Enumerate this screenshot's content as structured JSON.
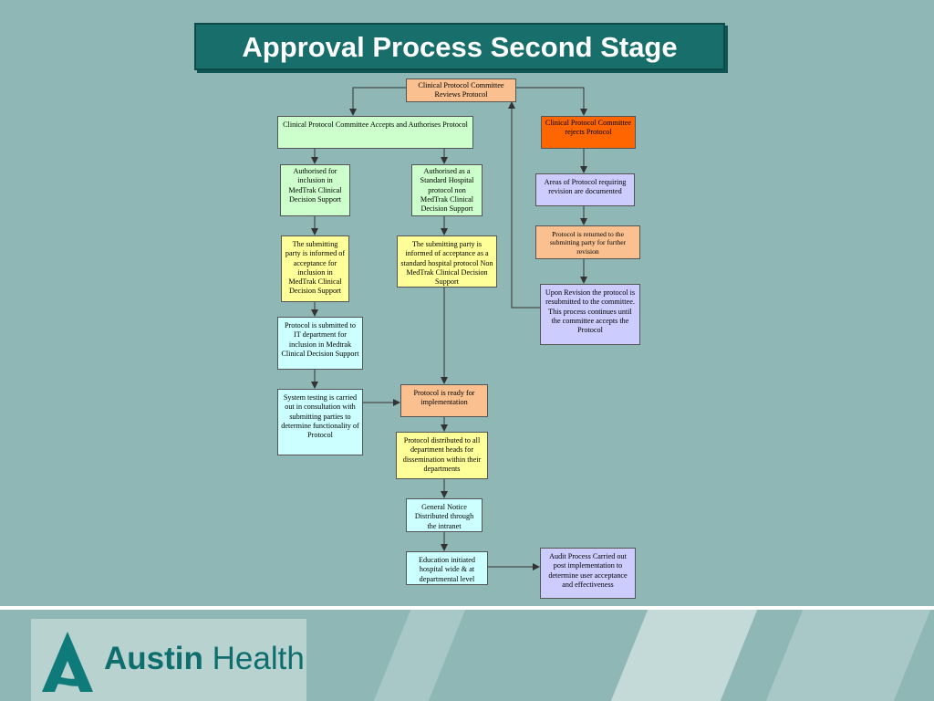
{
  "title": "Approval Process Second  Stage",
  "nodes": {
    "committee_reviews": "Clinical Protocol Committee Reviews Protocol",
    "committee_accepts": "Clinical Protocol Committee Accepts and Authorises Protocol",
    "committee_rejects": "Clinical Protocol Committee rejects Protocol",
    "authorised_medtrak": "Authorised for inclusion in MedTrak Clinical Decision Support",
    "authorised_standard": "Authorised as a Standard Hospital protocol non MedTrak Clinical Decision Support",
    "areas_revision": "Areas of Protocol requiring revision are documented",
    "submitting_party_medtrak": "The submitting party is informed of acceptance for inclusion in MedTrak Clinical Decision Support",
    "submitting_party_standard": "The submitting party is informed of acceptance as a standard hospital protocol Non MedTrak Clinical Decision Support",
    "returned_revision": "Protocol is returned to the submitting party for further revision",
    "resubmitted": "Upon Revision the protocol is resubmitted to the committee. This process continues until the committee accepts the Protocol",
    "submitted_it": "Protocol is submitted to IT department for inclusion in Medtrak Clinical Decision Support",
    "system_testing": "System testing is carried out in consultation with submitting parties to determine functionality of  Protocol",
    "ready_implementation": "Protocol is ready for implementation",
    "distributed_heads": "Protocol distributed to all department heads for dissemination within their departments",
    "general_notice": "General Notice Distributed through the intranet",
    "education": "Education initiated hospital wide & at departmental level",
    "audit": "Audit Process Carried out post implementation to determine user acceptance and effectiveness"
  },
  "logo": {
    "word1": "Austin",
    "word2": "Health",
    "color": "#0e6e6e"
  },
  "colors": {
    "background": "#8fb7b5",
    "title_bar": "#186e6b",
    "peach": "#fac090",
    "green": "#ccffcc",
    "orange": "#ff6600",
    "yellow": "#ffff99",
    "cyan": "#ccffff",
    "lavender": "#ccccff"
  }
}
